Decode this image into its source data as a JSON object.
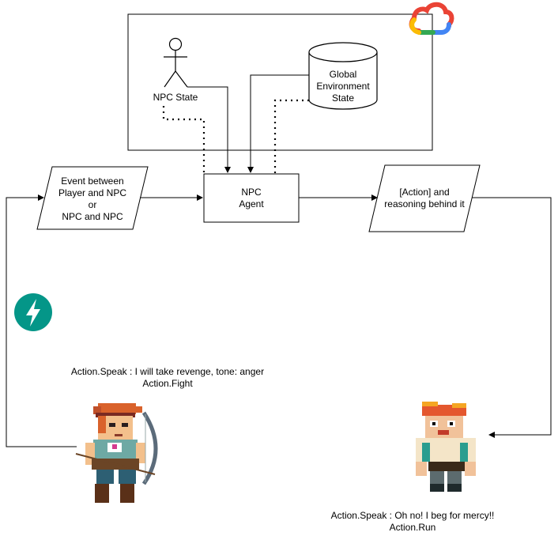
{
  "gcp_box": {
    "npc_state_label": "NPC State",
    "global_env": [
      "Global",
      "Environment",
      "State"
    ]
  },
  "event_box": [
    "Event between",
    "Player and NPC",
    "or",
    "NPC and NPC"
  ],
  "agent_box": [
    "NPC",
    "Agent"
  ],
  "action_box": [
    "[Action] and",
    "reasoning behind it"
  ],
  "left_caption": [
    "Action.Speak : I will take revenge, tone: anger",
    "Action.Fight"
  ],
  "right_caption": [
    "Action.Speak : Oh no! I beg for mercy!!",
    "Action.Run"
  ],
  "icons": {
    "cloud": "google-cloud-logo",
    "bolt": "fastapi-logo",
    "actor": "stick-figure-actor",
    "database": "cylinder-database"
  },
  "colors": {
    "stroke": "#000000",
    "fastapi": "#049688",
    "gcloud_red": "#EA4335",
    "gcloud_blue": "#4285F4",
    "gcloud_yellow": "#FBBC05",
    "gcloud_green": "#34A853"
  }
}
